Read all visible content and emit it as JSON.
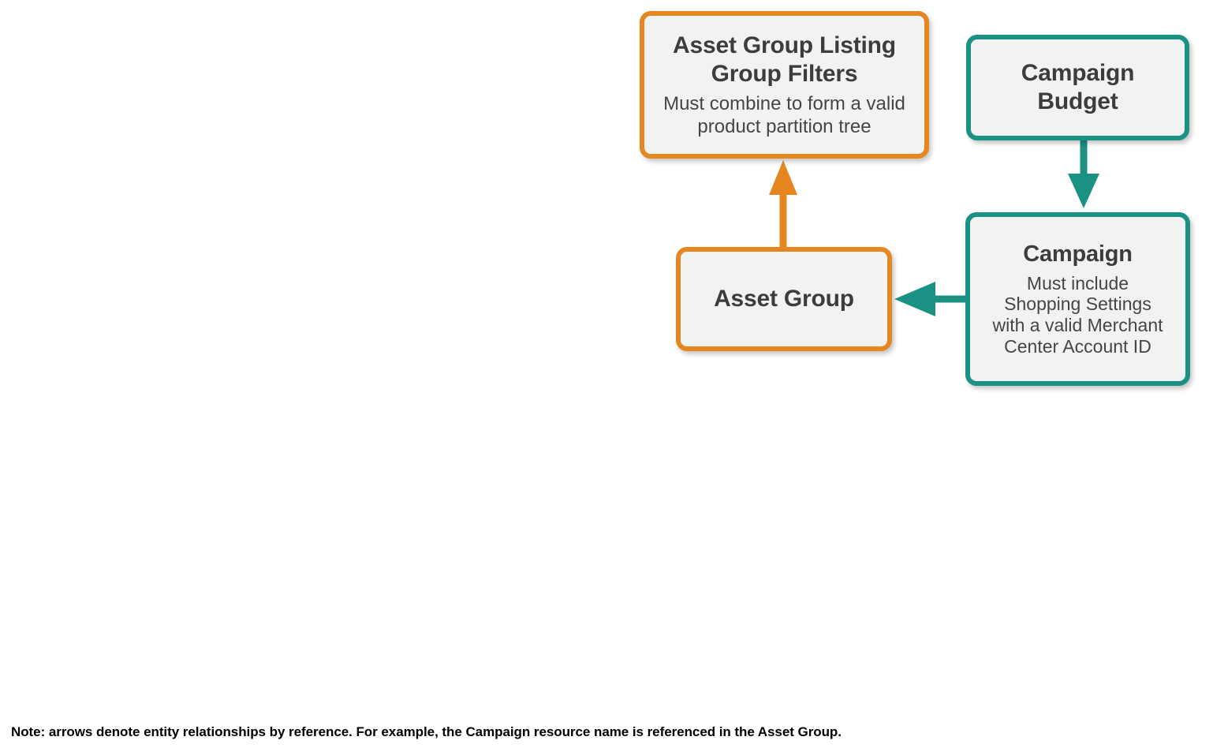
{
  "diagram": {
    "type": "entity-relationship",
    "colors": {
      "orange": "#E5861F",
      "teal": "#1B9184",
      "node_fill": "#F1F3F2",
      "title_text": "#3C3C3C",
      "desc_text": "#454545",
      "note_text": "#000000",
      "background": "#FFFFFF"
    },
    "nodes": [
      {
        "id": "asset-group-listing-group-filters",
        "title": "Asset Group Listing Group Filters",
        "title_line1": "Asset Group Listing",
        "title_line2": "Group Filters",
        "description": "Must combine to form a valid product partition tree",
        "desc_line1": "Must combine to form a valid",
        "desc_line2": "product partition tree",
        "accent": "orange"
      },
      {
        "id": "campaign-budget",
        "title": "Campaign Budget",
        "title_line1": "Campaign",
        "title_line2": "Budget",
        "description": "",
        "accent": "teal"
      },
      {
        "id": "asset-group",
        "title": "Asset Group",
        "title_line1": "Asset Group",
        "title_line2": "",
        "description": "",
        "accent": "orange"
      },
      {
        "id": "campaign",
        "title": "Campaign",
        "title_line1": "Campaign",
        "title_line2": "",
        "description": "Must include Shopping Settings with a valid Merchant Center Account ID",
        "desc_line1": "Must include",
        "desc_line2": "Shopping Settings",
        "desc_line3": "with a valid Merchant",
        "desc_line4": "Center Account ID",
        "accent": "teal"
      }
    ],
    "edges": [
      {
        "id": "asset-group-to-listing-group-filters",
        "from": "asset-group",
        "to": "asset-group-listing-group-filters",
        "direction": "up",
        "color": "#E5861F"
      },
      {
        "id": "campaign-budget-to-campaign",
        "from": "campaign-budget",
        "to": "campaign",
        "direction": "down",
        "color": "#1B9184"
      },
      {
        "id": "campaign-to-asset-group",
        "from": "campaign",
        "to": "asset-group",
        "direction": "left",
        "color": "#1B9184"
      }
    ]
  },
  "note": {
    "text": "Note: arrows denote entity relationships by reference. For example, the Campaign resource name is referenced in the Asset Group."
  }
}
